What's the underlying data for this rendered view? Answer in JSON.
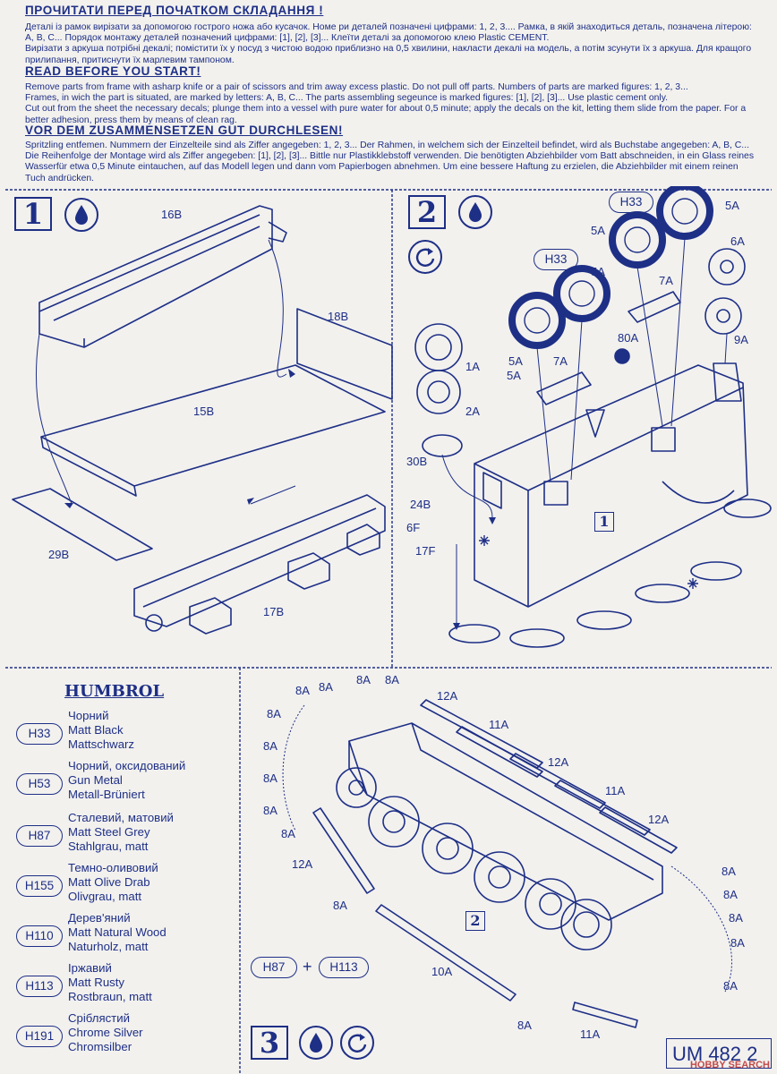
{
  "header": {
    "ua_title": "ПРОЧИТАТИ ПЕРЕД ПОЧАТКОМ СКЛАДАННЯ !",
    "ua_text": "Деталі із рамок вирізати за допомогою гострого ножа або кусачок. Номе ри деталей позначені цифрами: 1, 2, 3....  Рамка, в якій знаходиться деталь, позначена літерою: A, B, C... Порядок монтажу деталей позначений цифрами: [1], [2], [3]...  Клеїти деталі за допомогою клею Plastic CEMENT.\nВирізати з аркуша потрібні декалі; помістити їх у посуд з чистою водою приблизно на 0,5 хвилини, накласти декалі на модель, а потім зсунути їх з аркуша. Для кращого прилипання, притиснути їх марлевим тампоном.",
    "en_title": "READ BEFORE YOU START!",
    "en_text": "Remove parts from frame with asharp knife or a pair of scissors and trim away excess plastic. Do not pull off parts. Numbers of parts are marked figures: 1, 2, 3...\nFrames, in wich the part is situated, are marked by letters: A, B, C... The parts assembling segeunce is marked figures: [1], [2], [3]...  Use plastic cement only.\nCut out from the sheet the necessary decals; plunge them into a vessel with pure water for about 0,5 minute; apply the decals on the kit, letting them slide from the paper. For a better adhesion, press them by means of clean rag.",
    "de_title": "VOR DEM ZUSAMMENSETZEN GUT DURCHLESEN!",
    "de_text": "Spritzling entfemen. Nummern der Einzelteile sind als Ziffer angegeben: 1, 2, 3...  Der Rahmen, in welchem sich der Einzelteil befindet, wird als Buchstabe angegeben: A, B, C... Die Reihenfolge der Montage wird als Ziffer angegeben: [1], [2], [3]...  Bittle nur Plastikklebstoff verwenden. Die benötigten Abziehbilder vom Batt abschneiden, in ein Glass reines Wasserfür etwa 0,5 Minute eintauchen, auf das Modell legen und dann vom Papierbogen abnehmen. Um eine bessere Haftung zu erzielen, die Abziehbilder mit einem reinen Tuch andrücken."
  },
  "step1": {
    "number": "1",
    "parts": [
      "16B",
      "18B",
      "15B",
      "29B",
      "17B"
    ]
  },
  "step2": {
    "number": "2",
    "parts": [
      "5A",
      "5A",
      "6A",
      "5A",
      "7A",
      "5A",
      "80A",
      "9A",
      "1A",
      "5A",
      "7A",
      "2A",
      "30B",
      "24B",
      "6F",
      "17F"
    ],
    "paint_callouts": [
      "H33",
      "H33"
    ],
    "sub_ref": "1"
  },
  "step3": {
    "number": "3",
    "parts": [
      "8A",
      "8A",
      "8A",
      "8A",
      "8A",
      "12A",
      "11A",
      "12A",
      "11A",
      "12A",
      "8A",
      "8A",
      "8A",
      "8A",
      "8A",
      "8A",
      "8A",
      "8A",
      "8A",
      "12A",
      "8A",
      "10A",
      "11A",
      "8A"
    ],
    "sub_ref": "2",
    "paint_mix": [
      "H87",
      "H113"
    ],
    "plus": "+"
  },
  "legend": {
    "brand": "HUMBROL",
    "items": [
      {
        "code": "H33",
        "ua": "Чорний",
        "en": "Matt Black",
        "de": "Mattschwarz"
      },
      {
        "code": "H53",
        "ua": "Чорний, оксидований",
        "en": "Gun Metal",
        "de": "Metall-Brüniert"
      },
      {
        "code": "H87",
        "ua": "Сталевий, матовий",
        "en": "Matt Steel Grey",
        "de": "Stahlgrau, matt"
      },
      {
        "code": "H155",
        "ua": "Темно-оливовий",
        "en": "Matt Olive Drab",
        "de": "Olivgrau, matt"
      },
      {
        "code": "H110",
        "ua": "Дерев'яний",
        "en": "Matt Natural Wood",
        "de": "Naturholz, matt"
      },
      {
        "code": "H113",
        "ua": "Іржавий",
        "en": "Matt Rusty",
        "de": "Rostbraun, matt"
      },
      {
        "code": "H191",
        "ua": "Сріблястий",
        "en": "Chrome Silver",
        "de": "Chromsilber"
      }
    ]
  },
  "footer": {
    "part_number": "UM 482",
    "page": "2",
    "watermark": "HOBBY SEARCH"
  },
  "colors": {
    "ink": "#1e2f86",
    "paper": "#f2f1ee"
  }
}
